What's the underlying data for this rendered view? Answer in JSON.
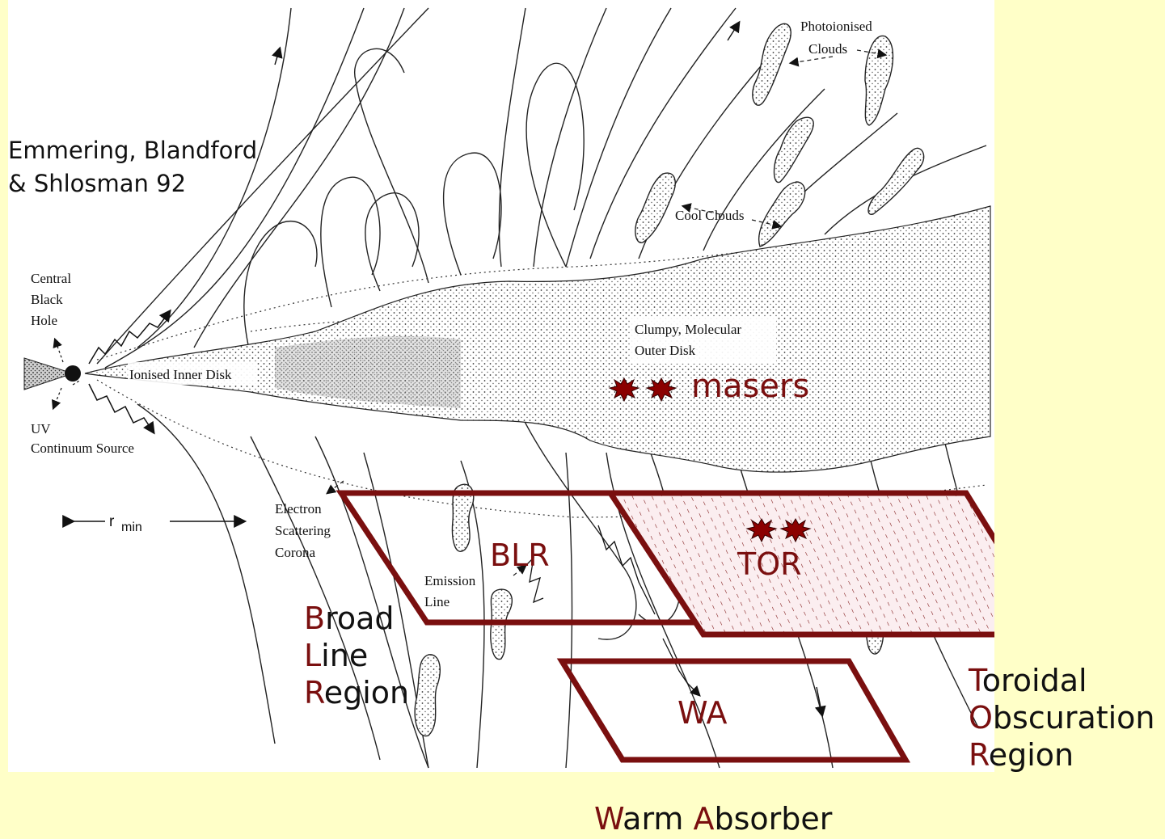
{
  "citation": {
    "line1": "Emmering, Blandford",
    "line2": "& Shlosman 92"
  },
  "figure_labels": {
    "central": [
      "Central",
      "Black",
      "Hole"
    ],
    "inner_disk": "Ionised Inner Disk",
    "uv": [
      "UV",
      "Continuum Source"
    ],
    "r_min": "r",
    "r_min_sub": "min",
    "corona": [
      "Electron",
      "Scattering",
      "Corona"
    ],
    "emission": [
      "Emission",
      "Line"
    ],
    "molecular": [
      "Clumpy, Molecular",
      "Outer Disk"
    ],
    "cool_clouds": "Cool Clouds",
    "photo": [
      "Photoionised",
      "Clouds"
    ]
  },
  "overlays": {
    "masers": "masers",
    "blr": "BLR",
    "tor": "TOR",
    "wa": "WA"
  },
  "legend": {
    "blr": [
      {
        "initial": "B",
        "rest": "road"
      },
      {
        "initial": "L",
        "rest": "ine"
      },
      {
        "initial": "R",
        "rest": "egion"
      }
    ],
    "tor": [
      {
        "initial": "T",
        "rest": "oroidal"
      },
      {
        "initial": "O",
        "rest": "bscuration"
      },
      {
        "initial": "R",
        "rest": "egion"
      }
    ],
    "wa": [
      {
        "initial": "W",
        "rest": "arm "
      },
      {
        "initial": "A",
        "rest": "bsorber"
      }
    ]
  },
  "colors": {
    "background": "#ffffc8",
    "accent": "#7a0f0f",
    "ink": "#111111"
  }
}
